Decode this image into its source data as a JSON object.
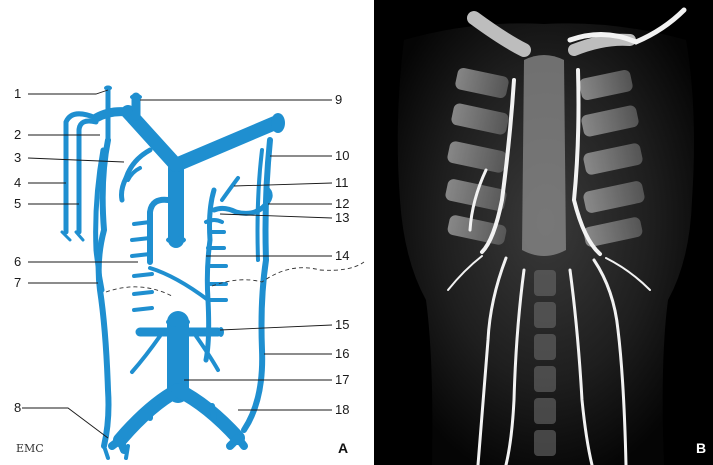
{
  "panel_a": {
    "letter": "A",
    "logo_text": "EMC",
    "labels_left": [
      "1",
      "2",
      "3",
      "4",
      "5",
      "6",
      "7",
      "8"
    ],
    "labels_right": [
      "9",
      "10",
      "11",
      "12",
      "13",
      "14",
      "15",
      "16",
      "17",
      "18"
    ]
  },
  "panel_b": {
    "letter": "B"
  },
  "colors": {
    "vein": "#1f8fd0",
    "leader": "#1a1a1a",
    "ct_background": "#000000"
  }
}
